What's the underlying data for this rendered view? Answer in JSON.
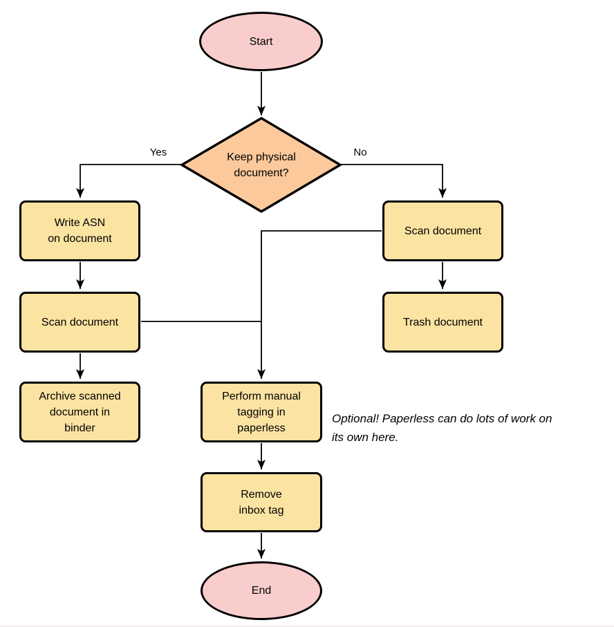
{
  "colors": {
    "terminator-fill": "#F8CDCB",
    "decision-fill": "#FBC99B",
    "process-fill": "#FBE3A2",
    "stroke": "#000000",
    "edge": "#000000"
  },
  "nodes": {
    "start": "Start",
    "decision": "Keep physical\ndocument?",
    "write_asn": "Write ASN\non document",
    "scan_keep": "Scan document",
    "archive": "Archive scanned\ndocument in\nbinder",
    "scan_discard": "Scan document",
    "trash": "Trash document",
    "tagging": "Perform manual\ntagging in\npaperless",
    "remove_inbox": "Remove\ninbox tag",
    "end": "End"
  },
  "edge_labels": {
    "yes": "Yes",
    "no": "No"
  },
  "annotation": "Optional! Paperless can do lots of work on\nits own here."
}
